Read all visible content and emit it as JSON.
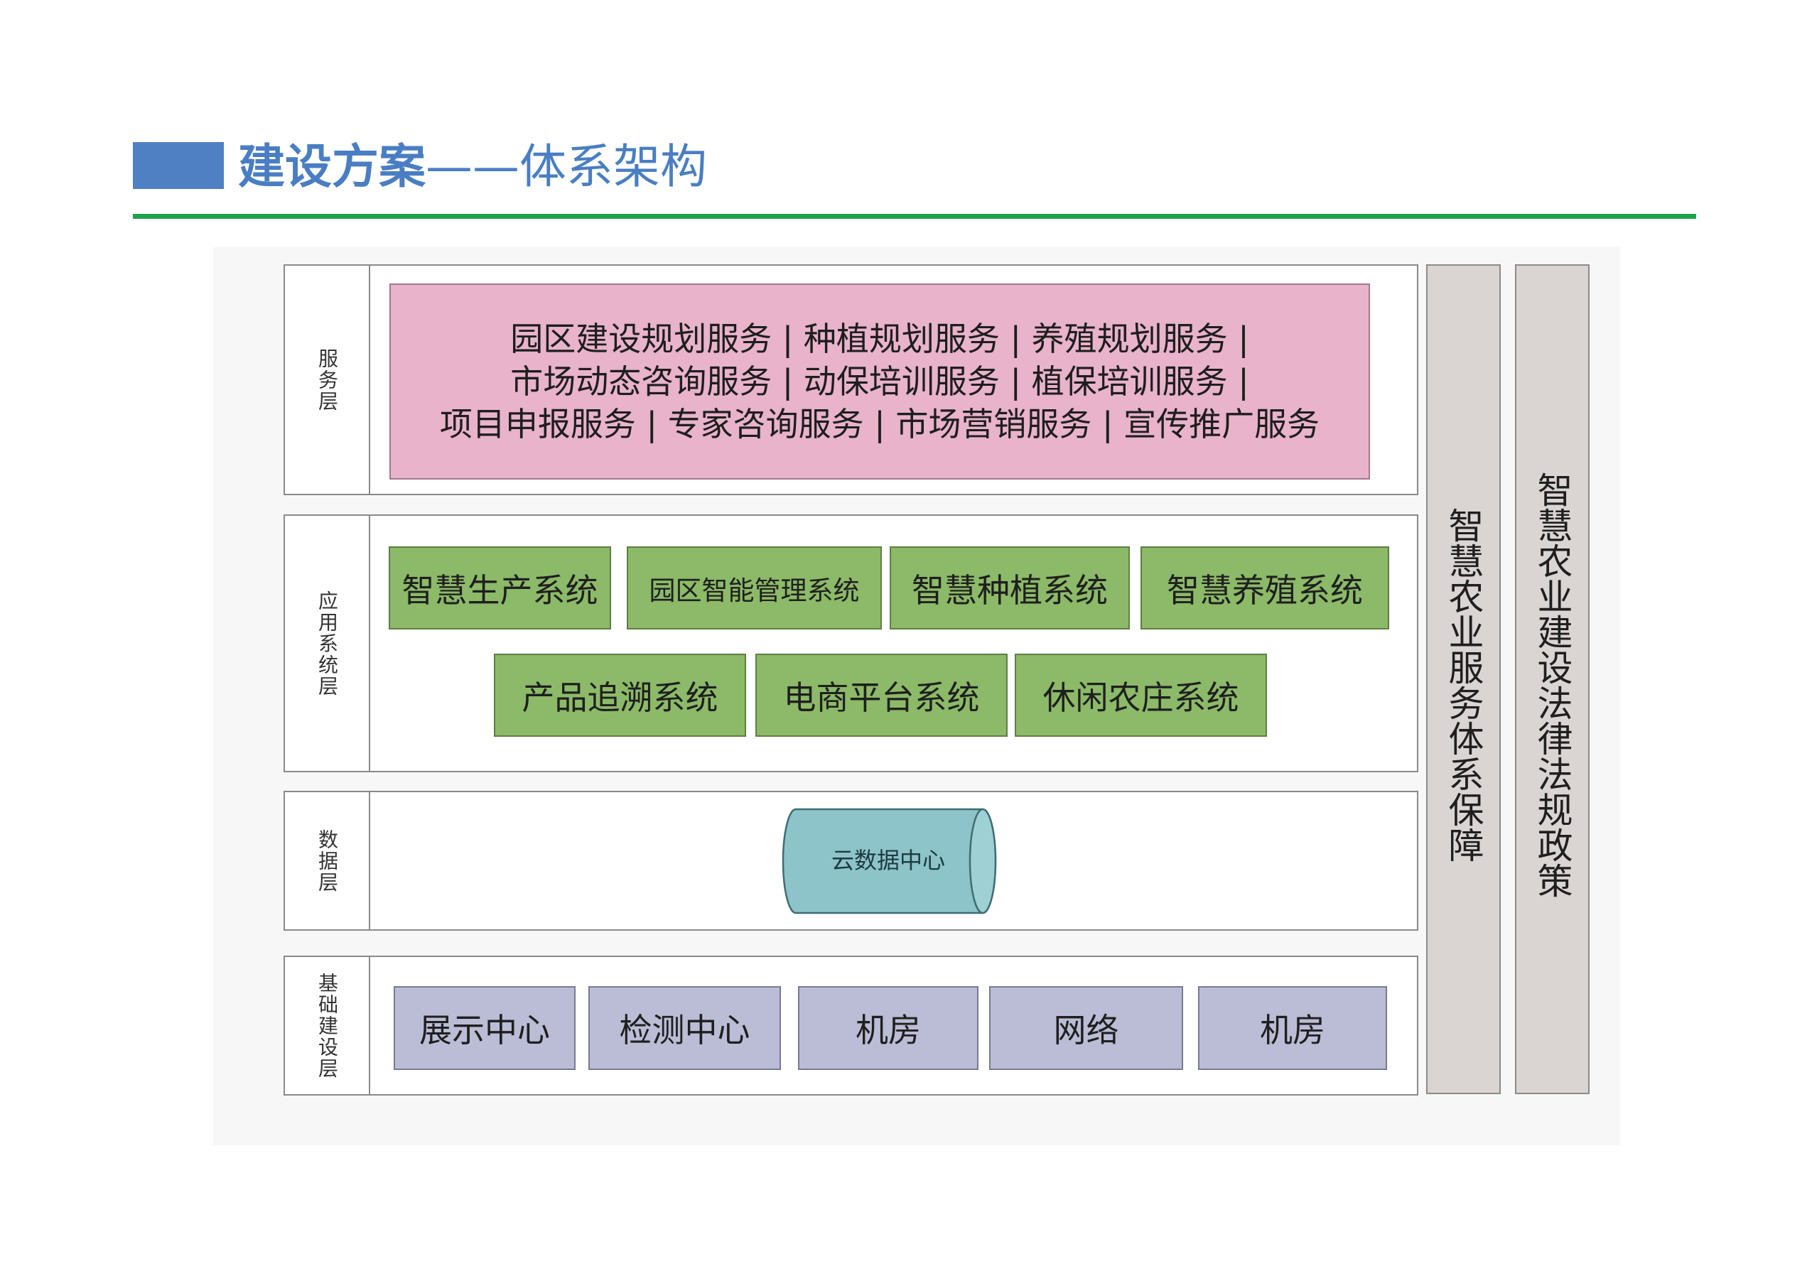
{
  "title": {
    "bold": "建设方案",
    "rest": "——体系架构"
  },
  "layers": {
    "service": {
      "label": "服务层",
      "lines": [
        "园区建设规划服务 | 种植规划服务 | 养殖规划服务 |",
        "市场动态咨询服务 | 动保培训服务 | 植保培训服务 |",
        "项目申报服务 | 专家咨询服务 | 市场营销服务 | 宣传推广服务"
      ]
    },
    "application": {
      "label": "应用系统层",
      "row1": [
        "智慧生产系统",
        "园区智能管理系统",
        "智慧种植系统",
        "智慧养殖系统"
      ],
      "row2": [
        "产品追溯系统",
        "电商平台系统",
        "休闲农庄系统"
      ]
    },
    "data": {
      "label": "数据层",
      "cloud": "云数据中心"
    },
    "infrastructure": {
      "label": "基础建设层",
      "items": [
        "展示中心",
        "检测中心",
        "机房",
        "网络",
        "机房"
      ]
    }
  },
  "side": {
    "service_guarantee": "智慧农业服务体系保障",
    "law_policy": "智慧农业建设法律法规政策"
  },
  "colors": {
    "title_blue": "#4a7ec3",
    "rule_green": "#1ea24a",
    "service_pink": "#e8b3cb",
    "system_green": "#8cba68",
    "cloud_cyan": "#8cc4c9",
    "infra_gray": "#bbbdd6",
    "side_gray": "#dad4d3"
  }
}
